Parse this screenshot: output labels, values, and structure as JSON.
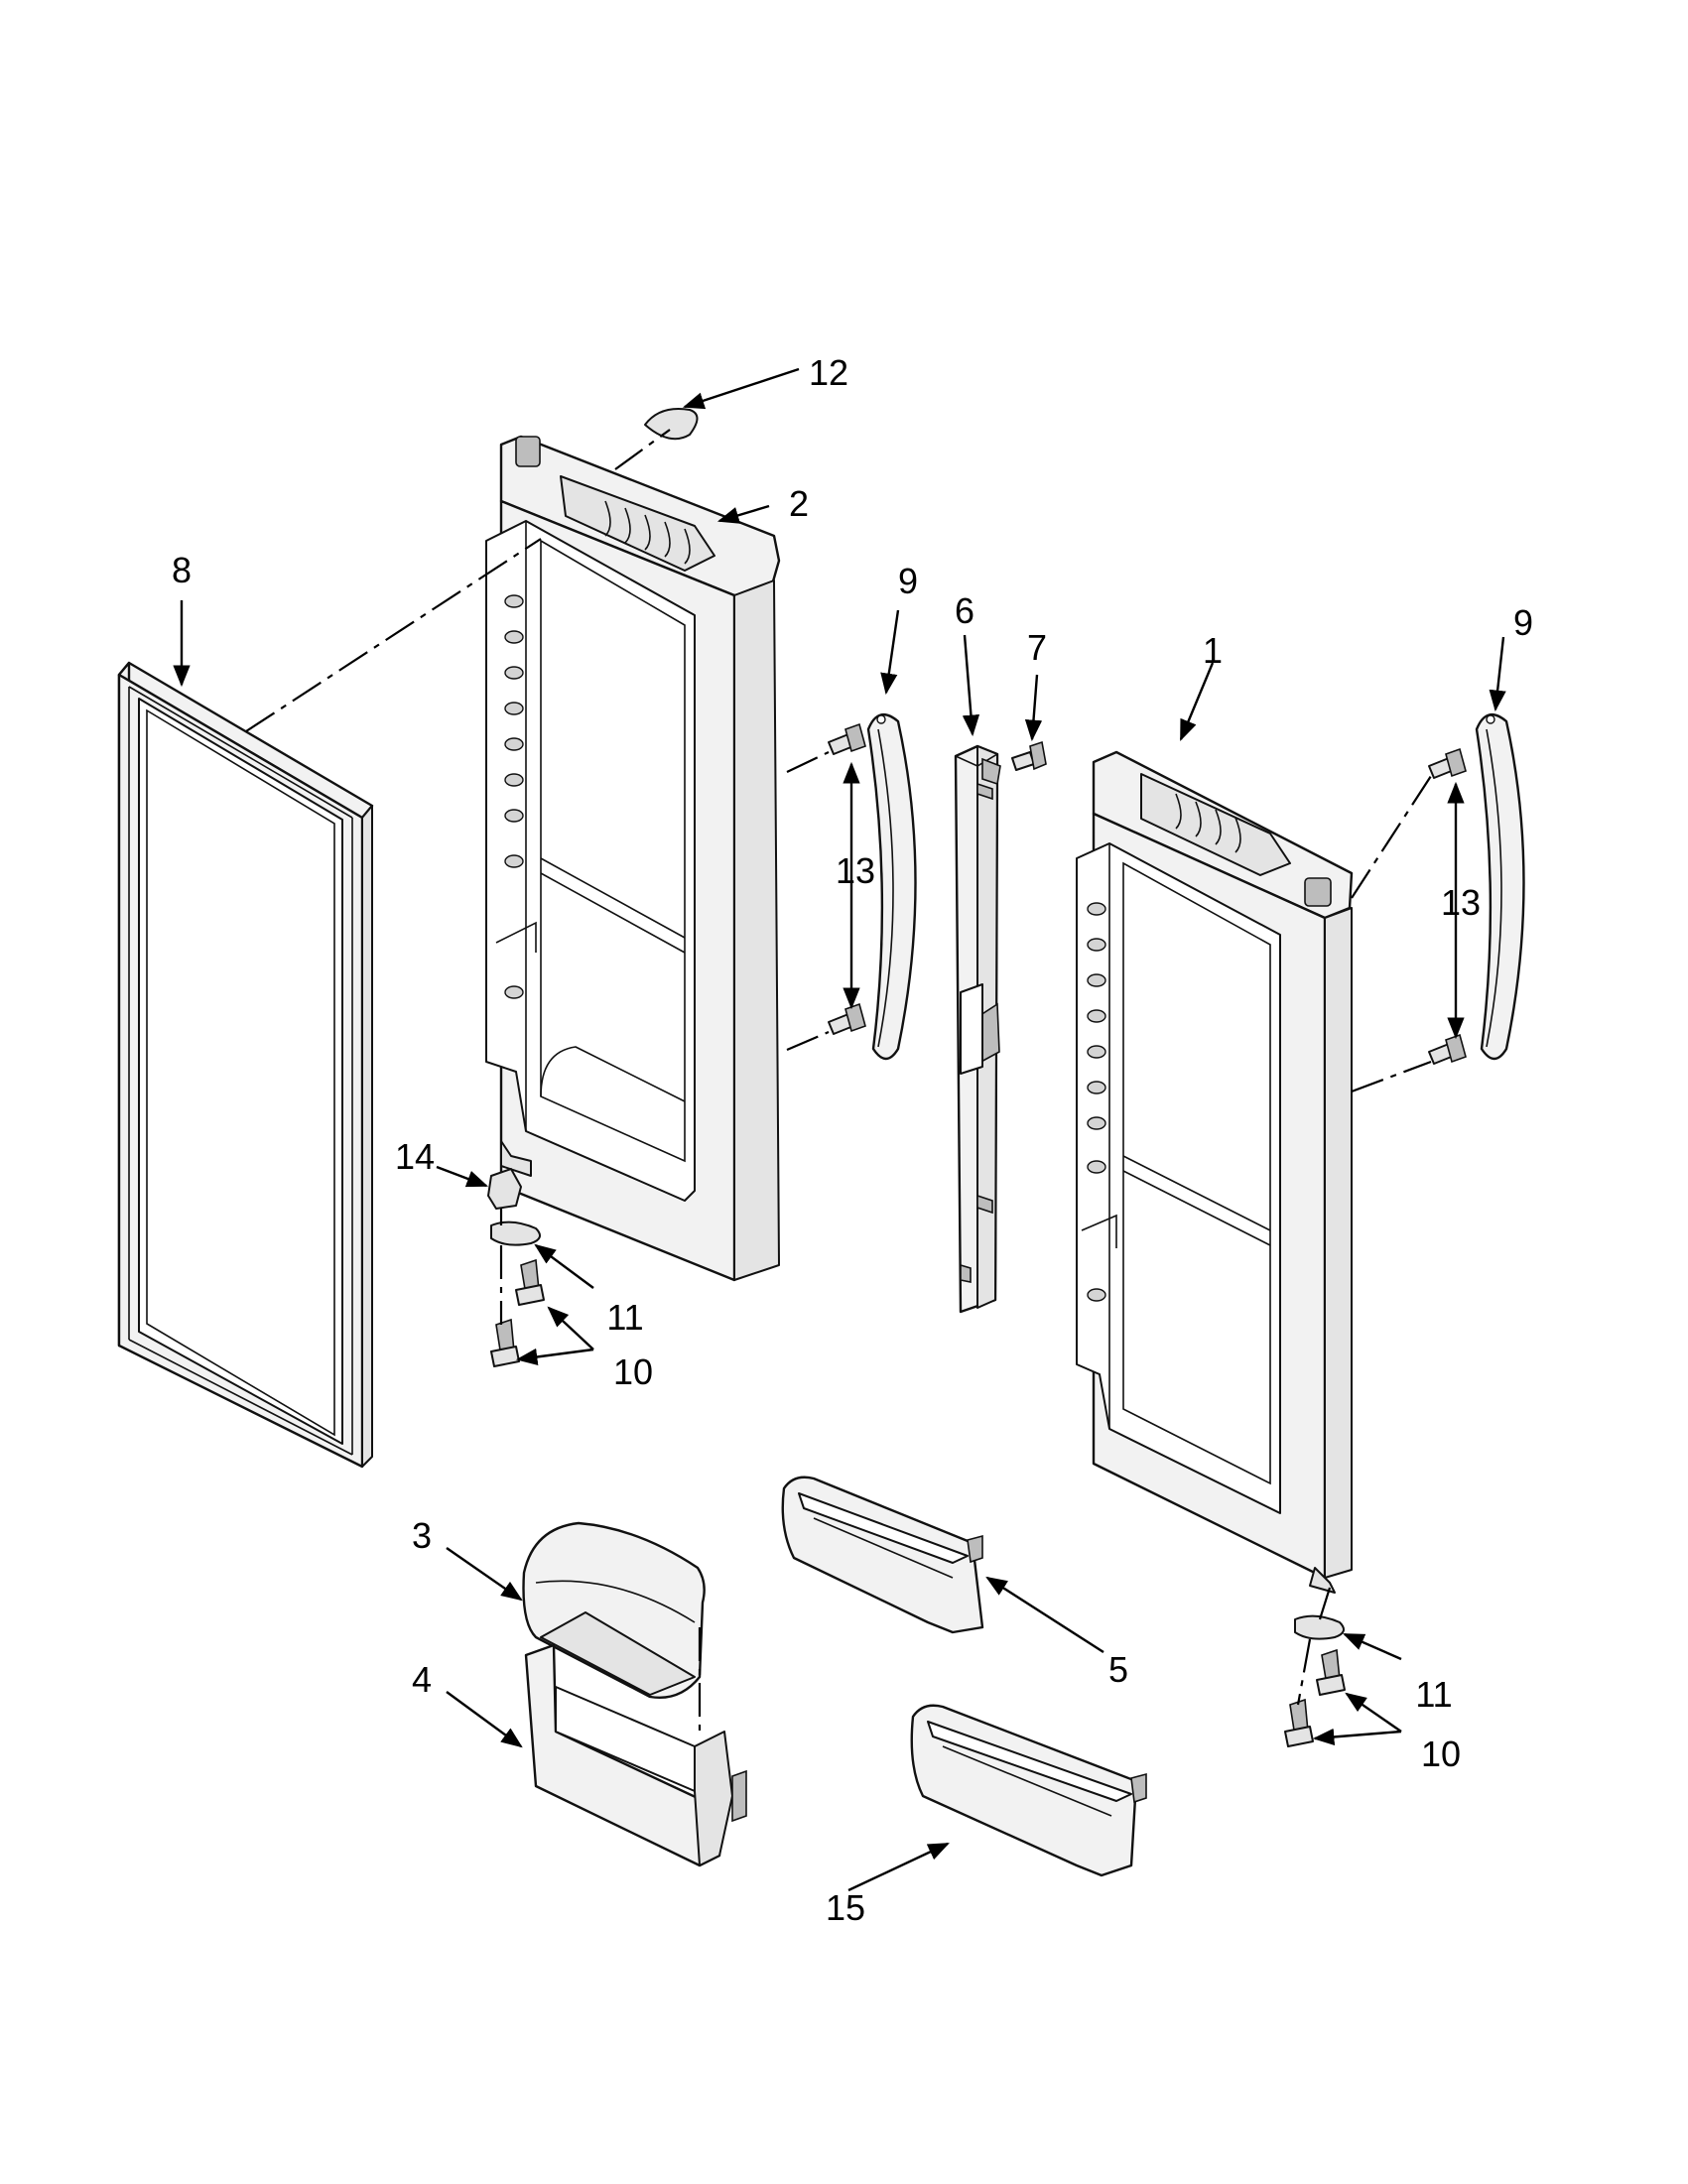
{
  "callouts": [
    {
      "id": "c1",
      "label": "1"
    },
    {
      "id": "c2",
      "label": "2"
    },
    {
      "id": "c3",
      "label": "3"
    },
    {
      "id": "c4",
      "label": "4"
    },
    {
      "id": "c5",
      "label": "5"
    },
    {
      "id": "c6",
      "label": "6"
    },
    {
      "id": "c7",
      "label": "7"
    },
    {
      "id": "c8",
      "label": "8"
    },
    {
      "id": "c9a",
      "label": "9"
    },
    {
      "id": "c9b",
      "label": "9"
    },
    {
      "id": "c10a",
      "label": "10"
    },
    {
      "id": "c10b",
      "label": "10"
    },
    {
      "id": "c11a",
      "label": "11"
    },
    {
      "id": "c11b",
      "label": "11"
    },
    {
      "id": "c12",
      "label": "12"
    },
    {
      "id": "c13a",
      "label": "13"
    },
    {
      "id": "c13b",
      "label": "13"
    },
    {
      "id": "c14",
      "label": "14"
    },
    {
      "id": "c15",
      "label": "15"
    }
  ]
}
